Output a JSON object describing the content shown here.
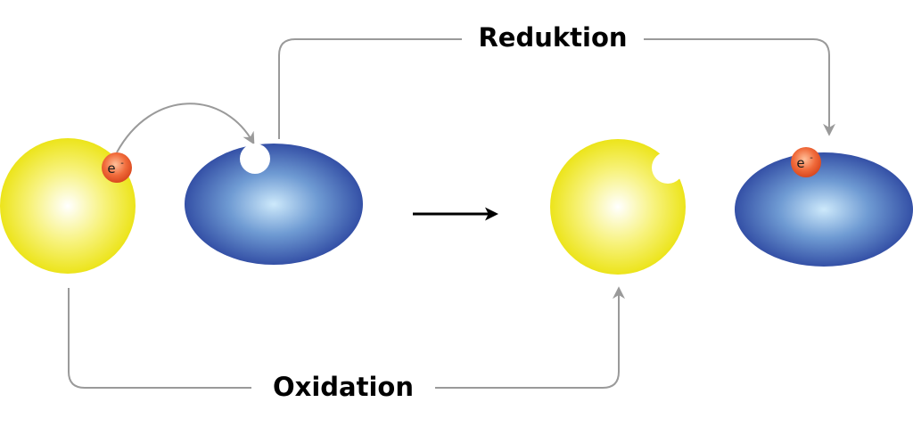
{
  "labels": {
    "reduction": "Reduktion",
    "oxidation": "Oxidation",
    "electron_symbol": "e",
    "electron_charge": "-"
  },
  "colors": {
    "donor_yellow": "#f2ec1e",
    "acceptor_blue": "#3553a8",
    "electron_orange": "#e8532d",
    "flow_arrow_gray": "#9a9a9a",
    "reaction_arrow": "#000000"
  }
}
